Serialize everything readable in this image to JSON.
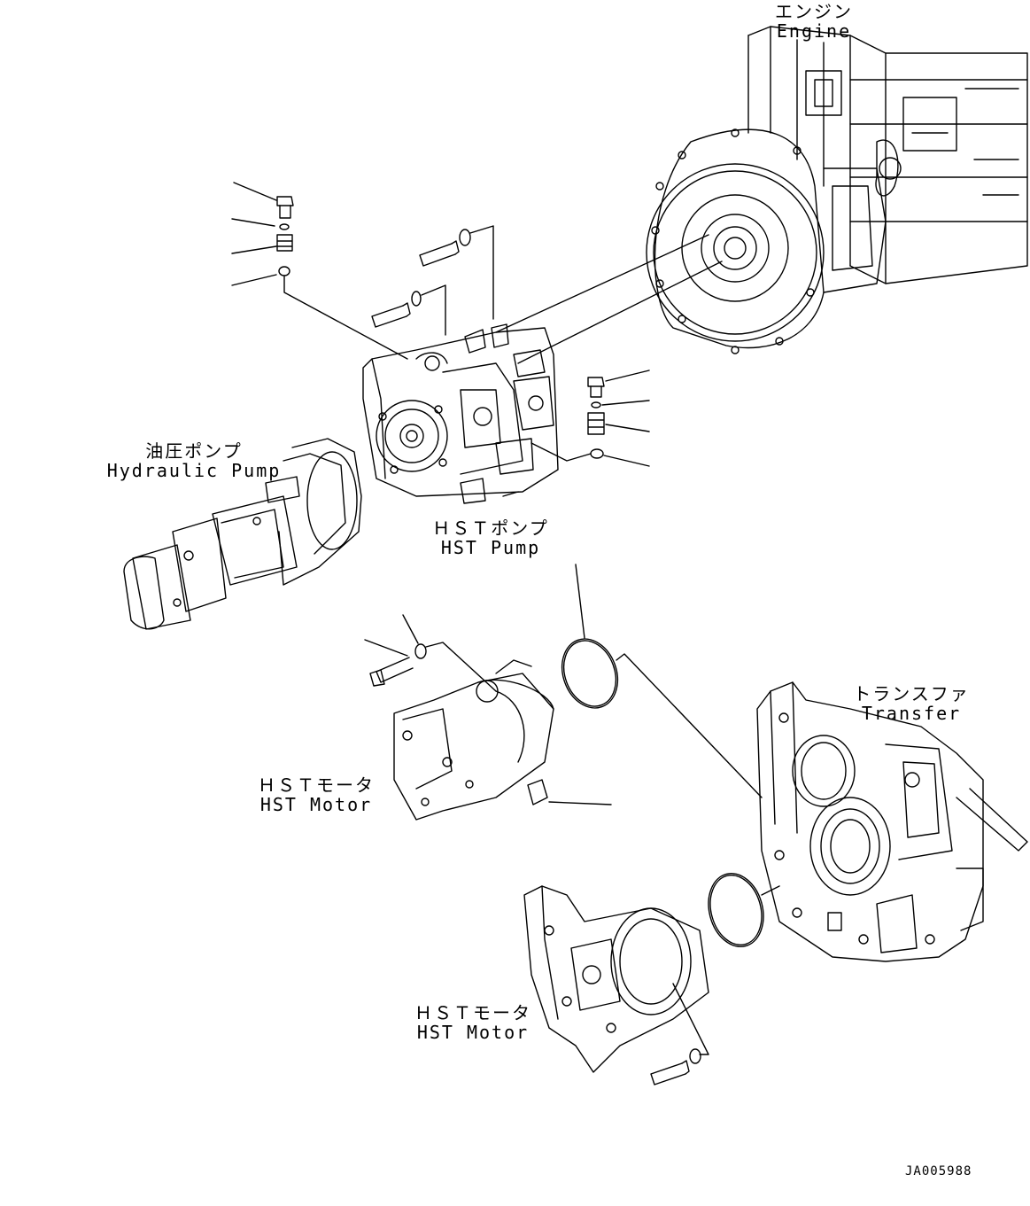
{
  "labels": {
    "engine": {
      "jp": "エンジン",
      "en": "Engine"
    },
    "hydraulic_pump": {
      "jp": "油圧ポンプ",
      "en": "Hydraulic Pump"
    },
    "hst_pump": {
      "jp": "ＨＳＴポンプ",
      "en": "HST Pump"
    },
    "hst_motor_1": {
      "jp": "ＨＳＴモータ",
      "en": "HST Motor"
    },
    "hst_motor_2": {
      "jp": "ＨＳＴモータ",
      "en": "HST Motor"
    },
    "transfer": {
      "jp": "トランスファ",
      "en": "Transfer"
    }
  },
  "drawing_code": "JA005988"
}
